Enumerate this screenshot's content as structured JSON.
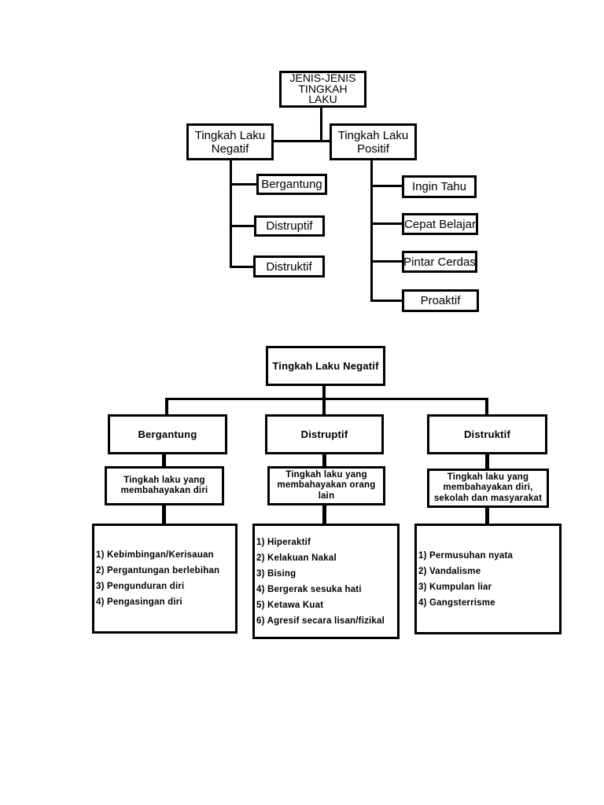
{
  "colors": {
    "background": "#ffffff",
    "line": "#000000"
  },
  "top_chart": {
    "root": "JENIS-JENIS TINGKAH LAKU",
    "negative": {
      "label": "Tingkah Laku Negatif",
      "children": [
        "Bergantung",
        "Distruptif",
        "Distruktif"
      ]
    },
    "positive": {
      "label": "Tingkah Laku Positif",
      "children": [
        "Ingin Tahu",
        "Cepat Belajar",
        "Pintar Cerdas",
        "Proaktif"
      ]
    }
  },
  "bottom_chart": {
    "root": "Tingkah Laku Negatif",
    "columns": [
      {
        "title": "Bergantung",
        "subtitle": "Tingkah laku yang membahayakan diri",
        "items": [
          "1) Kebimbingan/Kerisauan",
          "2) Pergantungan berlebihan",
          "3) Pengunduran diri",
          "4) Pengasingan diri"
        ]
      },
      {
        "title": "Distruptif",
        "subtitle": "Tingkah laku yang membahayakan orang lain",
        "items": [
          "1) Hiperaktif",
          "2) Kelakuan Nakal",
          "3) Bising",
          "4) Bergerak sesuka hati",
          "5) Ketawa Kuat",
          "6) Agresif secara lisan/fizikal"
        ]
      },
      {
        "title": "Distruktif",
        "subtitle": "Tingkah laku yang membahayakan diri, sekolah dan masyarakat",
        "items": [
          "1) Permusuhan nyata",
          "2) Vandalisme",
          "3) Kumpulan liar",
          "4) Gangsterrisme"
        ]
      }
    ]
  }
}
